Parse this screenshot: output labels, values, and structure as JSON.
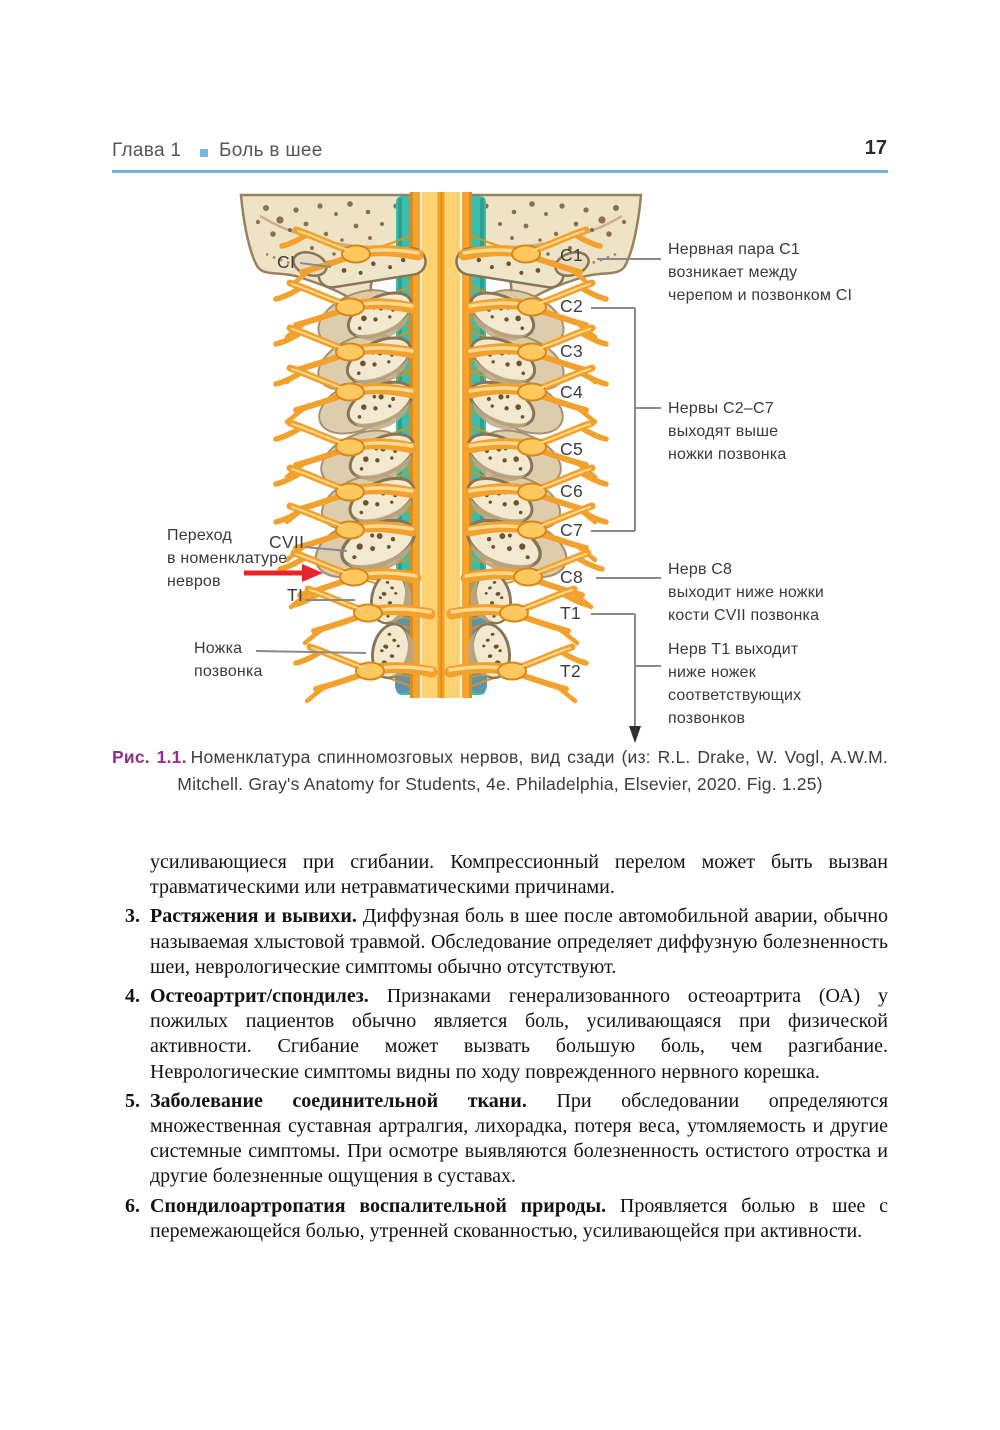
{
  "header": {
    "chapter": "Глава 1",
    "title": "Боль в шее",
    "page_number": "17"
  },
  "figure": {
    "left_labels": [
      "CI",
      "CVII",
      "TI"
    ],
    "right_labels": [
      "C1",
      "C2",
      "C3",
      "C4",
      "C5",
      "C6",
      "C7",
      "C8",
      "T1",
      "T2"
    ],
    "annotation_c1": "Нервная пара C1\nвозникает между\nчерепом и позвонком CI",
    "annotation_c2_c7": "Нервы C2–C7\nвыходят выше\nножки позвонка",
    "annotation_c8": "Нерв C8\nвыходит ниже ножки\nкости CVII позвонка",
    "annotation_t1": "Нерв T1 выходит\nниже ножек\nсоответствующих\nпозвонков",
    "left_note": "Переход\nв номенклатуре\nневров",
    "pedicle_note": "Ножка\nпозвонка"
  },
  "caption": {
    "label": "Рис. 1.1.",
    "text": "Номенклатура спинномозговых нервов, вид сзади (из: R.L. Drake, W. Vogl, A.W.M. Mitchell. Gray's Anatomy for Students, 4e. Philadelphia, Elsevier, 2020. Fig. 1.25)"
  },
  "body": {
    "continuation": "усиливающиеся при сгибании. Компрессионный перелом может быть вызван травматическими или нетравматическими причинами.",
    "items": [
      {
        "num": "3.",
        "lead": "Растяжения и вывихи.",
        "text": "Диффузная боль в шее после автомобильной аварии, обычно называемая хлыстовой травмой. Обследование определяет диффузную болезненность шеи, неврологические симптомы обычно отсутствуют."
      },
      {
        "num": "4.",
        "lead": "Остеоартрит/спондилез.",
        "text": "Признаками генерализованного остеоартрита (ОА) у пожилых пациентов обычно является боль, усиливающаяся при физической активности. Сгибание может вызвать большую боль, чем разгибание. Неврологические симптомы видны по ходу поврежденного нервного корешка."
      },
      {
        "num": "5.",
        "lead": "Заболевание соединительной ткани.",
        "text": "При обследовании определяются множественная суставная артралгия, лихорадка, потеря веса, утомляемость и другие системные симптомы. При осмотре выявляются болезненность остистого отростка и другие болезненные ощущения в суставах."
      },
      {
        "num": "6.",
        "lead": "Спондилоартропатия воспалительной природы.",
        "text": "Проявляется болью в шее с перемежающейся болью, утренней скованностью, усиливающейся при активности."
      }
    ]
  },
  "colors": {
    "rule_blue": "#6fb3d9",
    "bullet_blue": "#7ab7dc",
    "caption_purple": "#942d8a",
    "arrow_red": "#e5252a",
    "spine_teal": "#3dbcab",
    "nerve_orange": "#f5a52f",
    "bone": "#efe3c6"
  }
}
